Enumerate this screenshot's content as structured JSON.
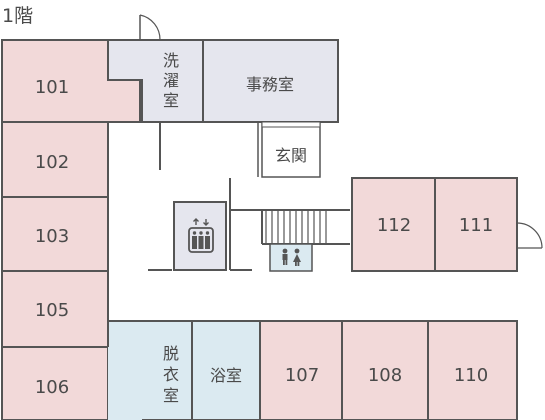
{
  "floor_label": "1階",
  "rooms": {
    "r101": "101",
    "r102": "102",
    "r103": "103",
    "r105": "105",
    "r106": "106",
    "r107": "107",
    "r108": "108",
    "r110": "110",
    "r111": "111",
    "r112": "112",
    "laundry": [
      "洗",
      "濯",
      "室"
    ],
    "office": "事務室",
    "entrance": "玄関",
    "dressing": [
      "脱",
      "衣",
      "室"
    ],
    "bath": "浴室"
  },
  "icons": {
    "elevator": "elevator-icon",
    "toilet": "restroom-icon"
  },
  "colors": {
    "guest_room": "#f2d9d9",
    "utility": "#e5e6ee",
    "bath": "#dbeaf1",
    "wall": "#555555",
    "background": "#ffffff"
  }
}
